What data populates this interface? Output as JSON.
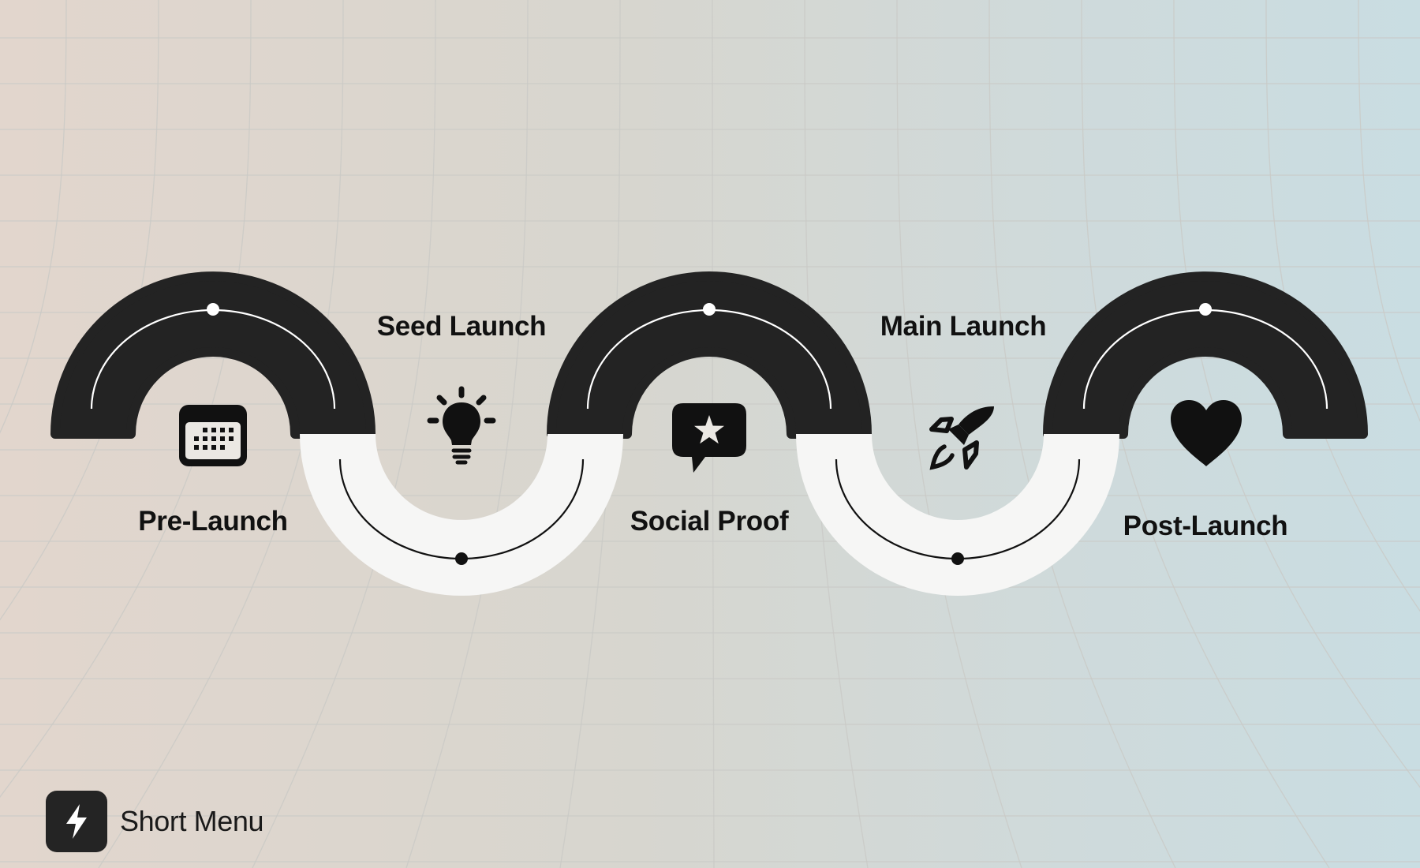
{
  "stages": [
    {
      "label": "Pre-Launch",
      "icon": "calendar-icon"
    },
    {
      "label": "Seed Launch",
      "icon": "lightbulb-icon"
    },
    {
      "label": "Social Proof",
      "icon": "star-speech-bubble-icon"
    },
    {
      "label": "Main Launch",
      "icon": "rocket-icon"
    },
    {
      "label": "Post-Launch",
      "icon": "heart-icon"
    }
  ],
  "brand": {
    "name": "Short Menu",
    "icon": "lightning-bolt-icon"
  },
  "colors": {
    "arc_dark": "#232323",
    "arc_light": "#f6f6f5",
    "icon": "#111111",
    "grid_line": "#c9c9c6"
  }
}
